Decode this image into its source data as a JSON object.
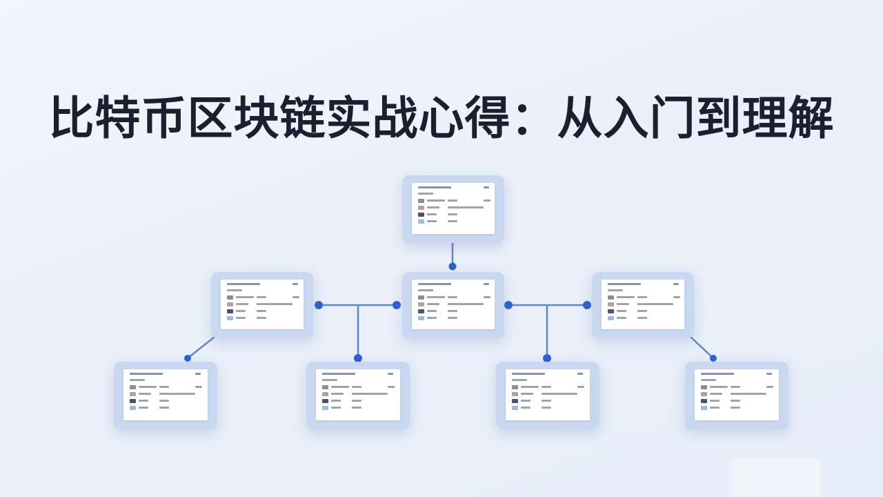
{
  "title": "比特币区块链实战心得：从入门到理解",
  "colors": {
    "accent": "#2f5fd0",
    "connector": "#5f86c9",
    "block_frame": "#c9d8f0",
    "title": "#1b2030"
  },
  "blocks": [
    {
      "id": "top"
    },
    {
      "id": "mid-left"
    },
    {
      "id": "center"
    },
    {
      "id": "mid-right"
    },
    {
      "id": "bottom-1"
    },
    {
      "id": "bottom-2"
    },
    {
      "id": "bottom-3"
    },
    {
      "id": "bottom-4"
    }
  ]
}
